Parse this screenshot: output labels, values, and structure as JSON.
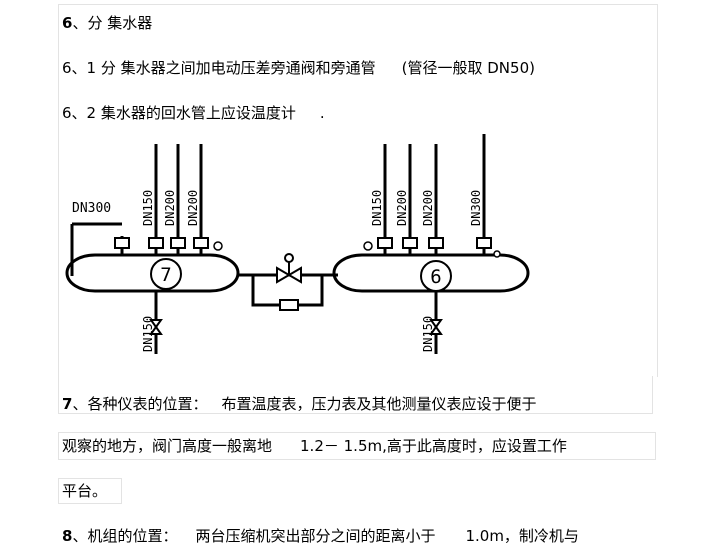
{
  "sections": {
    "s6": {
      "num": "6",
      "text": "、分 集水器"
    },
    "s6_1": {
      "text": "6、1 分 集水器之间加电动压差旁通阀和旁通管",
      "note": "(管径一般取 DN50)"
    },
    "s6_2": {
      "text": "6、2 集水器的回水管上应设温度计",
      "tail": "."
    },
    "s7": {
      "num": "7",
      "line1a": "、各种仪表的位置：",
      "line1b": "布置温度表，压力表及其他测量仪表应设于便于",
      "line2a": "观察的地方，阀门高度一般离地",
      "line2b": "1.2－ 1.5m,高于此高度时，应设置工作",
      "line3": "平台。"
    },
    "s8": {
      "num": "8",
      "line1a": "、机组的位置：",
      "line1b": "两台压缩机突出部分之间的距离小于",
      "line1c": "1.0m，制冷机与"
    }
  },
  "diagram": {
    "left_tank_label": "7",
    "right_tank_label": "6",
    "left_top_pipes": [
      "DN150",
      "DN200",
      "DN200"
    ],
    "right_top_pipes": [
      "DN150",
      "DN200",
      "DN200",
      "DN300"
    ],
    "left_bottom_pipe": "DN150",
    "right_bottom_pipe": "DN150",
    "side_pipe_label": "DN300"
  }
}
